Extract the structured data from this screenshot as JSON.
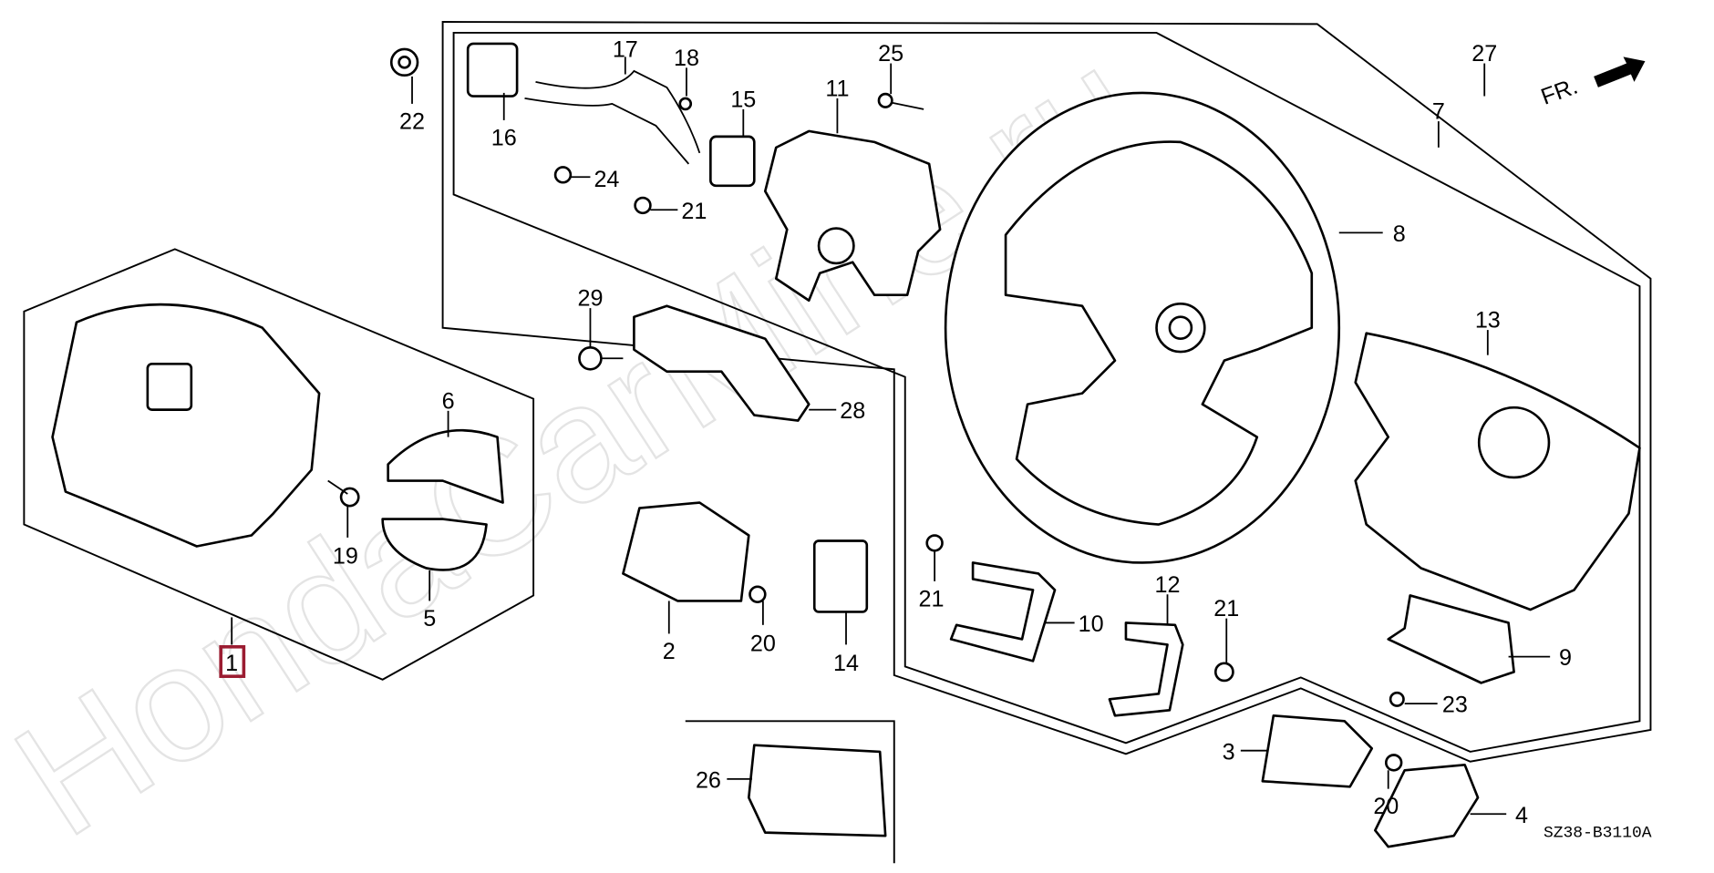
{
  "diagram": {
    "watermark": "HondaCarMine.ru",
    "direction_label": "FR.",
    "diagram_code": "SZ38-B3110A",
    "highlight_color": "#9b1c31",
    "callouts": [
      {
        "id": "22",
        "label": "22"
      },
      {
        "id": "16",
        "label": "16"
      },
      {
        "id": "17",
        "label": "17"
      },
      {
        "id": "18",
        "label": "18"
      },
      {
        "id": "15",
        "label": "15"
      },
      {
        "id": "11",
        "label": "11"
      },
      {
        "id": "25",
        "label": "25"
      },
      {
        "id": "27",
        "label": "27"
      },
      {
        "id": "7",
        "label": "7"
      },
      {
        "id": "8",
        "label": "8"
      },
      {
        "id": "24",
        "label": "24"
      },
      {
        "id": "21a",
        "label": "21"
      },
      {
        "id": "29",
        "label": "29"
      },
      {
        "id": "28",
        "label": "28"
      },
      {
        "id": "13",
        "label": "13"
      },
      {
        "id": "6",
        "label": "6"
      },
      {
        "id": "19",
        "label": "19"
      },
      {
        "id": "5",
        "label": "5"
      },
      {
        "id": "2",
        "label": "2"
      },
      {
        "id": "20a",
        "label": "20"
      },
      {
        "id": "14",
        "label": "14"
      },
      {
        "id": "21b",
        "label": "21"
      },
      {
        "id": "10",
        "label": "10"
      },
      {
        "id": "12",
        "label": "12"
      },
      {
        "id": "21c",
        "label": "21"
      },
      {
        "id": "9",
        "label": "9"
      },
      {
        "id": "23",
        "label": "23"
      },
      {
        "id": "3",
        "label": "3"
      },
      {
        "id": "20b",
        "label": "20"
      },
      {
        "id": "4",
        "label": "4"
      },
      {
        "id": "26",
        "label": "26"
      },
      {
        "id": "1",
        "label": "1"
      }
    ]
  }
}
